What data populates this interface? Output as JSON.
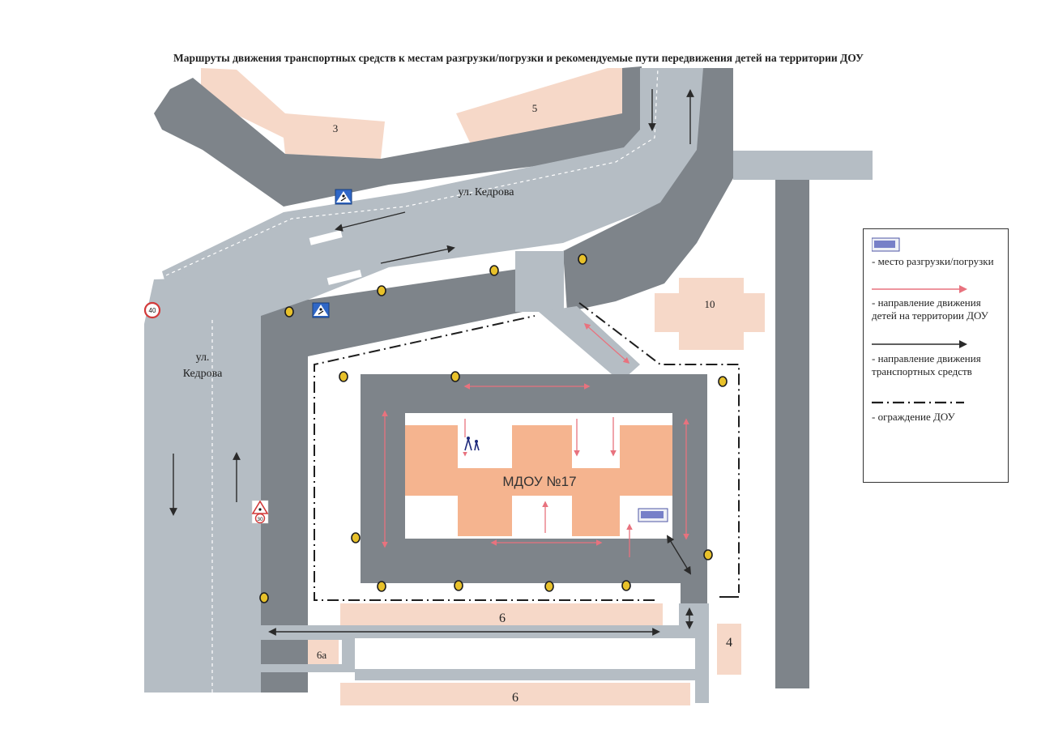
{
  "title": "Маршруты движения транспортных средств к местам разгрузки/погрузки и рекомендуемые пути передвижения детей на территории ДОУ",
  "streets": {
    "top": "ул. Кедрова",
    "left_line1": "ул.",
    "left_line2": "Кедрова"
  },
  "buildings": {
    "b3": "3",
    "b5": "5",
    "b10": "10",
    "kindergarten": "МДОУ №17",
    "b6_north": "6",
    "b6a": "6а",
    "b4": "4",
    "b6_south": "6"
  },
  "signs": {
    "speed_limit": "40",
    "speed_limit_2": "30",
    "crosswalk_icon": "pedestrian-crossing-icon",
    "children_icon": "children-warning-icon"
  },
  "legend": {
    "loading": "- место разгрузки/погрузки",
    "children": "- направление движения детей на территории ДОУ",
    "vehicles": "- направление движения транспортных средств",
    "fence": "- ограждение ДОУ"
  },
  "colors": {
    "road_dark": "#7e848a",
    "road_light": "#b5bdc4",
    "building": "#f6d8c8",
    "kindergarten": "#f5b48f",
    "child_route": "#e8727e",
    "vehicle_route": "#2a2a2a",
    "lamp": "#e8c12a",
    "loading_zone": "#7780c8"
  }
}
